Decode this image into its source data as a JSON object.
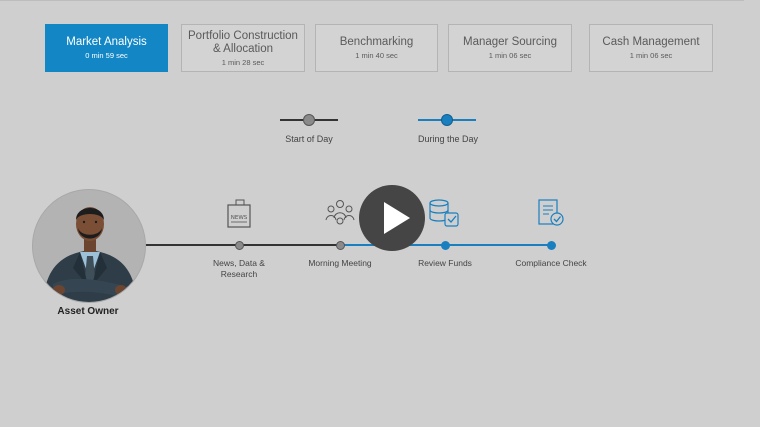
{
  "tabs": [
    {
      "title": "Market Analysis",
      "time": "0 min 59 sec",
      "active": true
    },
    {
      "title": "Portfolio Construction & Allocation",
      "time": "1 min 28 sec",
      "active": false
    },
    {
      "title": "Benchmarking",
      "time": "1 min 40 sec",
      "active": false
    },
    {
      "title": "Manager Sourcing",
      "time": "1 min 06 sec",
      "active": false
    },
    {
      "title": "Cash Management",
      "time": "1 min 06 sec",
      "active": false
    }
  ],
  "legend": {
    "start": {
      "label": "Start of Day",
      "color": "#333333"
    },
    "during": {
      "label": "During the Day",
      "color": "#1a7fbf"
    }
  },
  "owner": {
    "label": "Asset Owner"
  },
  "steps": [
    {
      "label": "News, Data & Research",
      "icon": "newspaper-icon"
    },
    {
      "label": "Morning Meeting",
      "icon": "meeting-people-icon"
    },
    {
      "label": "Review Funds",
      "icon": "database-check-icon"
    },
    {
      "label": "Compliance Check",
      "icon": "document-check-icon"
    }
  ],
  "colors": {
    "accent": "#1387c6",
    "timeline_dark": "#333333",
    "timeline_blue": "#1a7fbf"
  }
}
